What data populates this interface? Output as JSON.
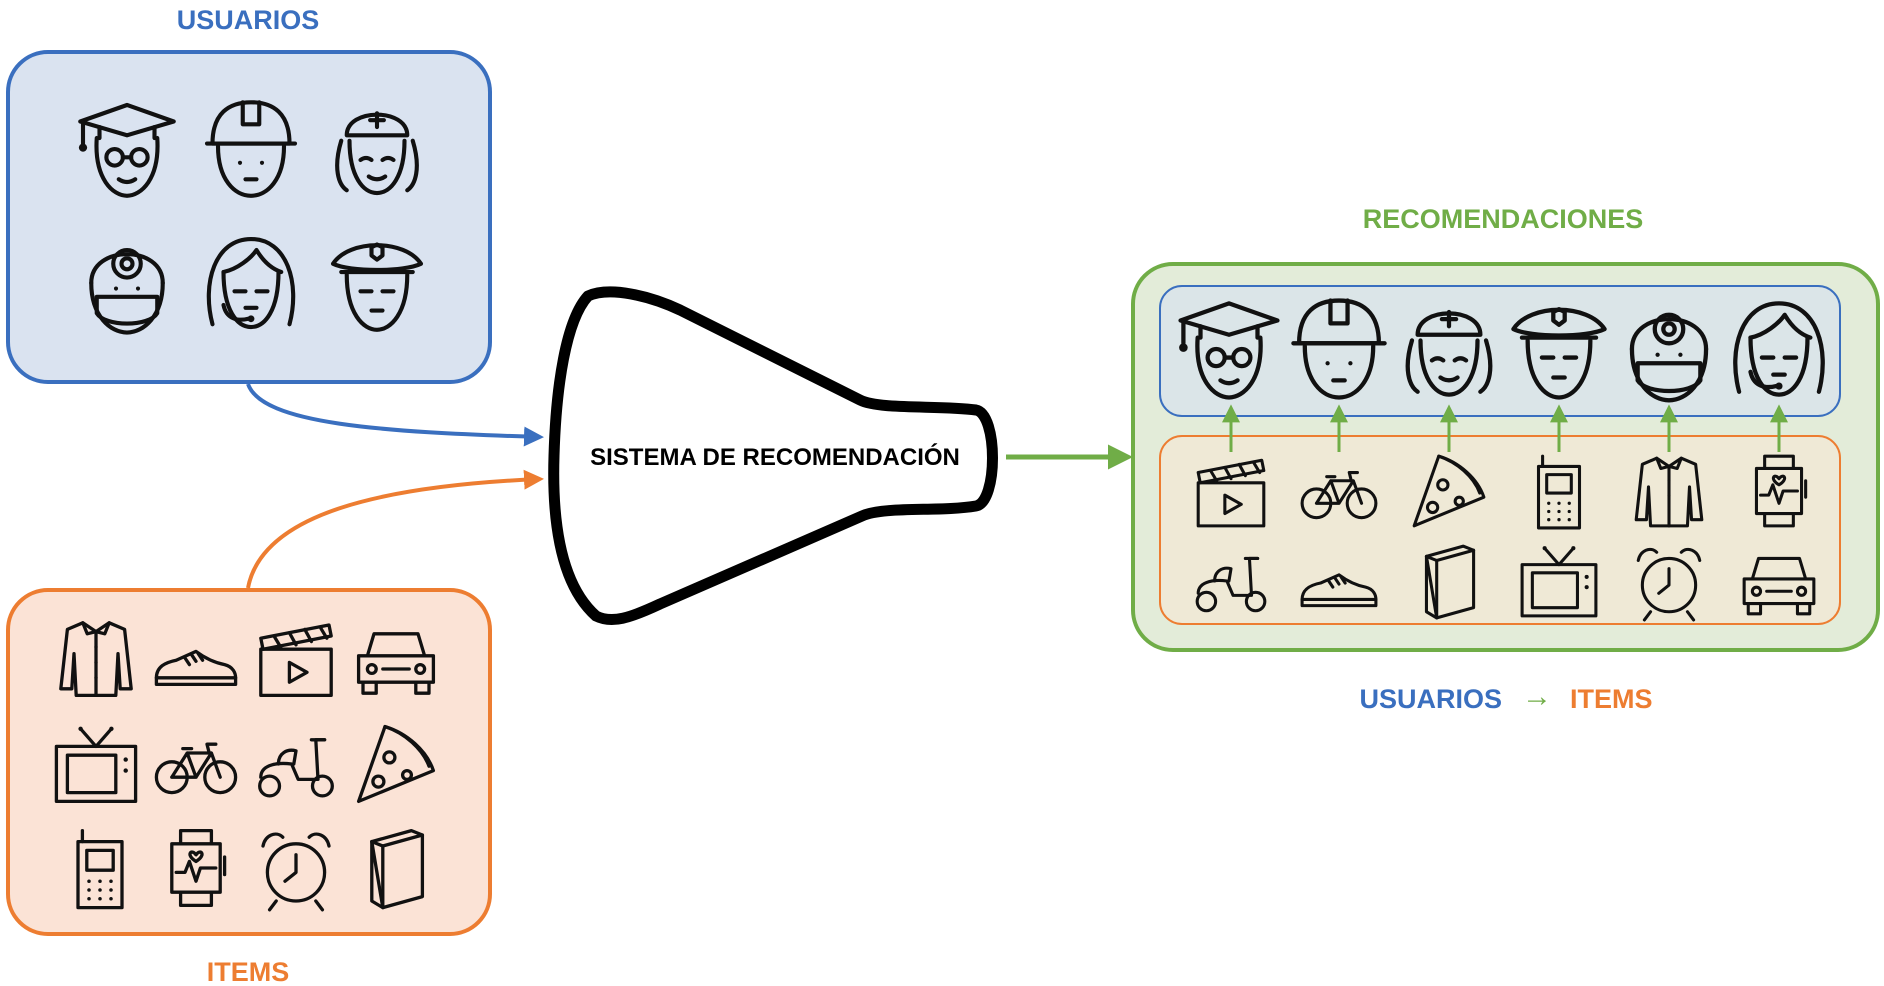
{
  "usuarios": {
    "title": "USUARIOS",
    "color": "#3a6fbf",
    "fill": "#dae3f0",
    "icons": [
      "graduate-icon",
      "construction-worker-icon",
      "nurse-icon",
      "doctor-icon",
      "call-center-operator-icon",
      "police-officer-icon"
    ]
  },
  "items": {
    "title": "ITEMS",
    "color": "#ed7d31",
    "fill": "#fbe3d6",
    "icons": [
      "shirt-icon",
      "sneaker-icon",
      "clapperboard-icon",
      "car-icon",
      "tv-icon",
      "bicycle-icon",
      "scooter-icon",
      "pizza-slice-icon",
      "cellphone-icon",
      "smartwatch-icon",
      "alarm-clock-icon",
      "book-icon"
    ]
  },
  "system": {
    "label": "SISTEMA DE RECOMENDACIÓN"
  },
  "recomendaciones": {
    "title": "RECOMENDACIONES",
    "color": "#70ad47",
    "fill": "#e3ecd9",
    "users_row": [
      "graduate-icon",
      "construction-worker-icon",
      "nurse-icon",
      "police-officer-icon",
      "doctor-icon",
      "call-center-operator-icon"
    ],
    "items_row_1": [
      "clapperboard-icon",
      "bicycle-icon",
      "pizza-slice-icon",
      "cellphone-icon",
      "shirt-icon",
      "smartwatch-icon"
    ],
    "items_row_2": [
      "scooter-icon",
      "sneaker-icon",
      "book-icon",
      "tv-icon",
      "alarm-clock-icon",
      "car-icon"
    ]
  },
  "legend": {
    "left": "USUARIOS",
    "arrow": "→",
    "right": "ITEMS"
  }
}
